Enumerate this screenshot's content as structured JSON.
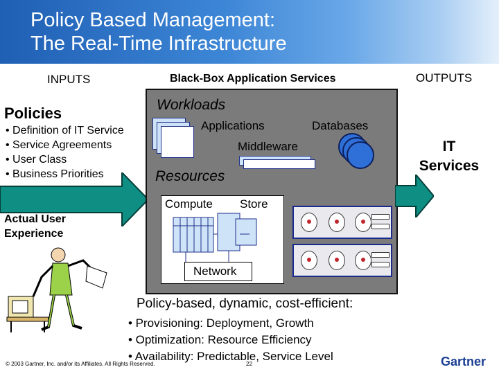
{
  "title": "Policy Based Management:\nThe Real-Time Infrastructure",
  "inputs_label": "INPUTS",
  "blackbox_label": "Black-Box Application Services",
  "outputs_label": "OUTPUTS",
  "policies": {
    "heading": "Policies",
    "items": [
      "Definition of IT Service",
      "Service Agreements",
      "User Class",
      "Business Priorities"
    ]
  },
  "user_experience": "Actual User\nExperience",
  "workloads_label": "Workloads",
  "applications_label": "Applications",
  "databases_label": "Databases",
  "middleware_label": "Middleware",
  "resources_label": "Resources",
  "compute_label": "Compute",
  "store_label": "Store",
  "network_label": "Network",
  "output": "IT\nServices",
  "summary": {
    "heading": "Policy-based, dynamic, cost-efficient:",
    "items": [
      "• Provisioning: Deployment, Growth",
      "• Optimization: Resource Efficiency",
      "• Availability: Predictable, Service Level"
    ]
  },
  "footer": {
    "copyright": "© 2003 Gartner, Inc. and/or its Affiliates. All Rights Reserved.",
    "page": "22",
    "brand": "Gartner"
  },
  "colors": {
    "header_blue": "#1f5fb4",
    "arrow_teal": "#0f8f84",
    "blackbox_gray": "#7b7b7b",
    "disk_blue": "#2e6fd8"
  }
}
